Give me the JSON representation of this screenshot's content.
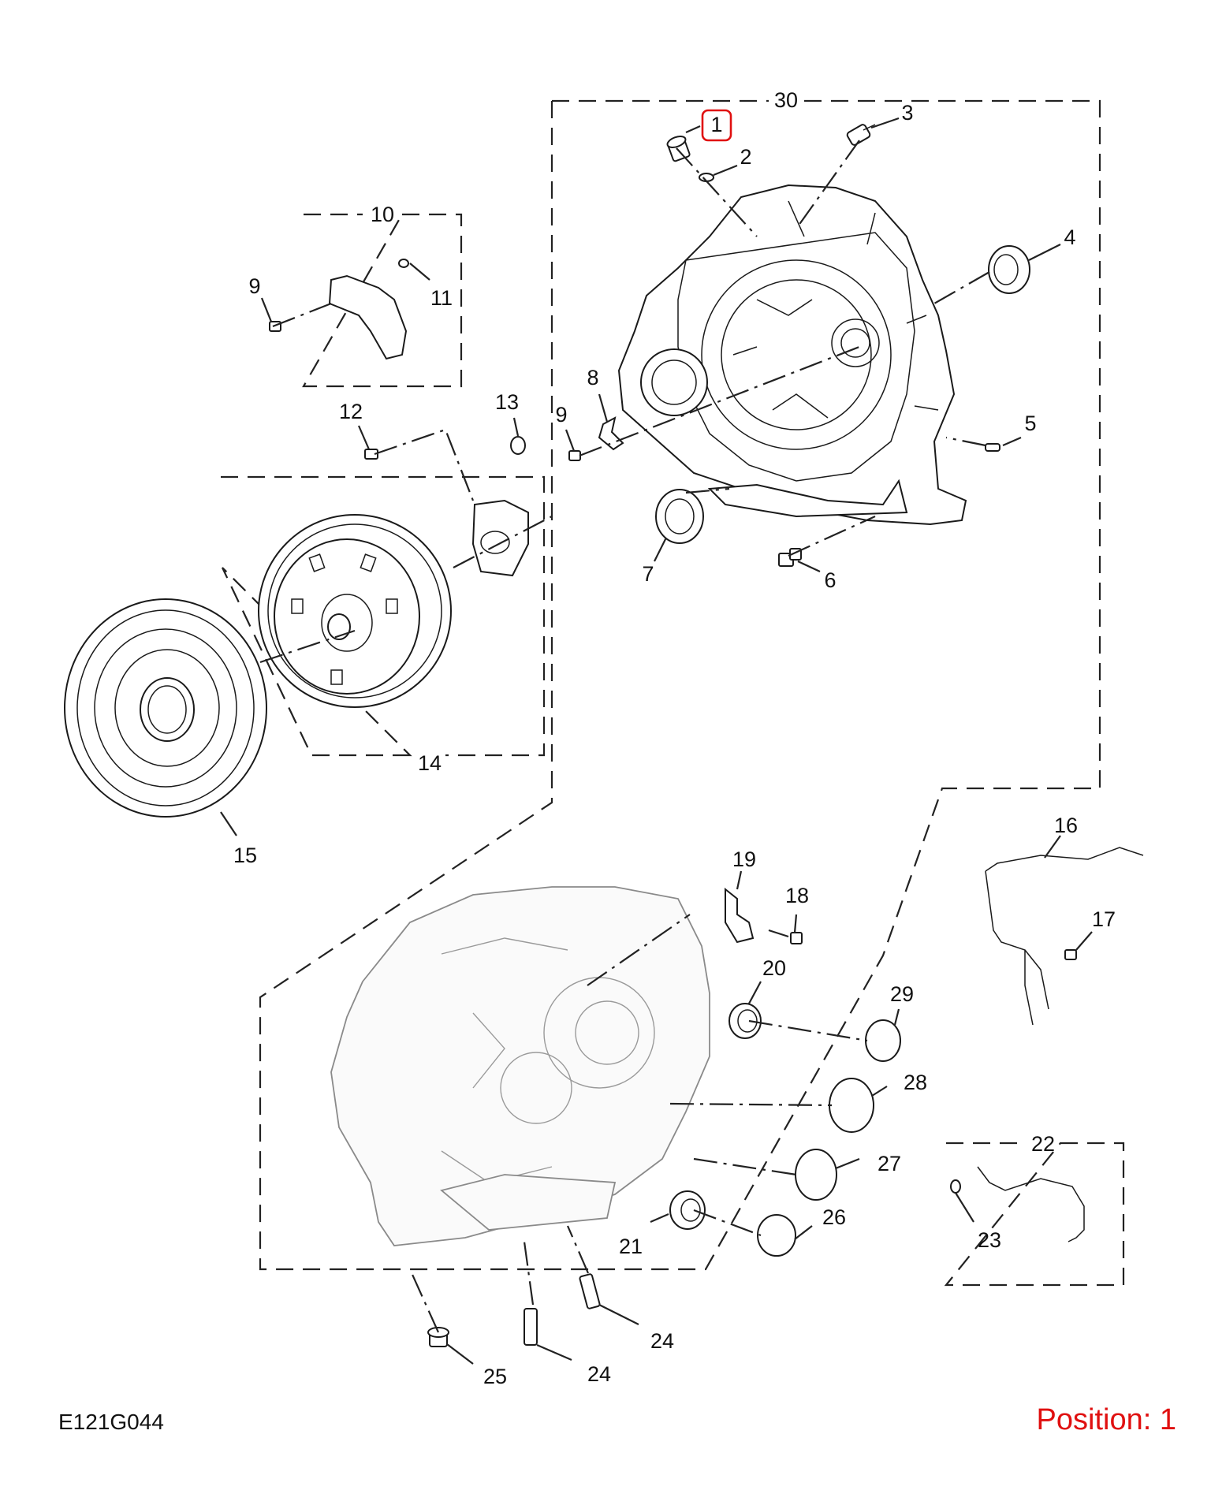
{
  "figure_code": "E121G044",
  "position_label": "Position: 1",
  "highlight_color": "#e01010",
  "highlighted_callout": "1",
  "callouts": {
    "c1": "1",
    "c2": "2",
    "c3": "3",
    "c4": "4",
    "c5": "5",
    "c6": "6",
    "c7": "7",
    "c8": "8",
    "c9a": "9",
    "c9b": "9",
    "c10": "10",
    "c11": "11",
    "c12": "12",
    "c13": "13",
    "c14": "14",
    "c15": "15",
    "c16": "16",
    "c17": "17",
    "c18": "18",
    "c19": "19",
    "c20": "20",
    "c21": "21",
    "c22": "22",
    "c23": "23",
    "c24a": "24",
    "c24b": "24",
    "c25": "25",
    "c26": "26",
    "c27": "27",
    "c28": "28",
    "c29": "29",
    "c30": "30"
  }
}
